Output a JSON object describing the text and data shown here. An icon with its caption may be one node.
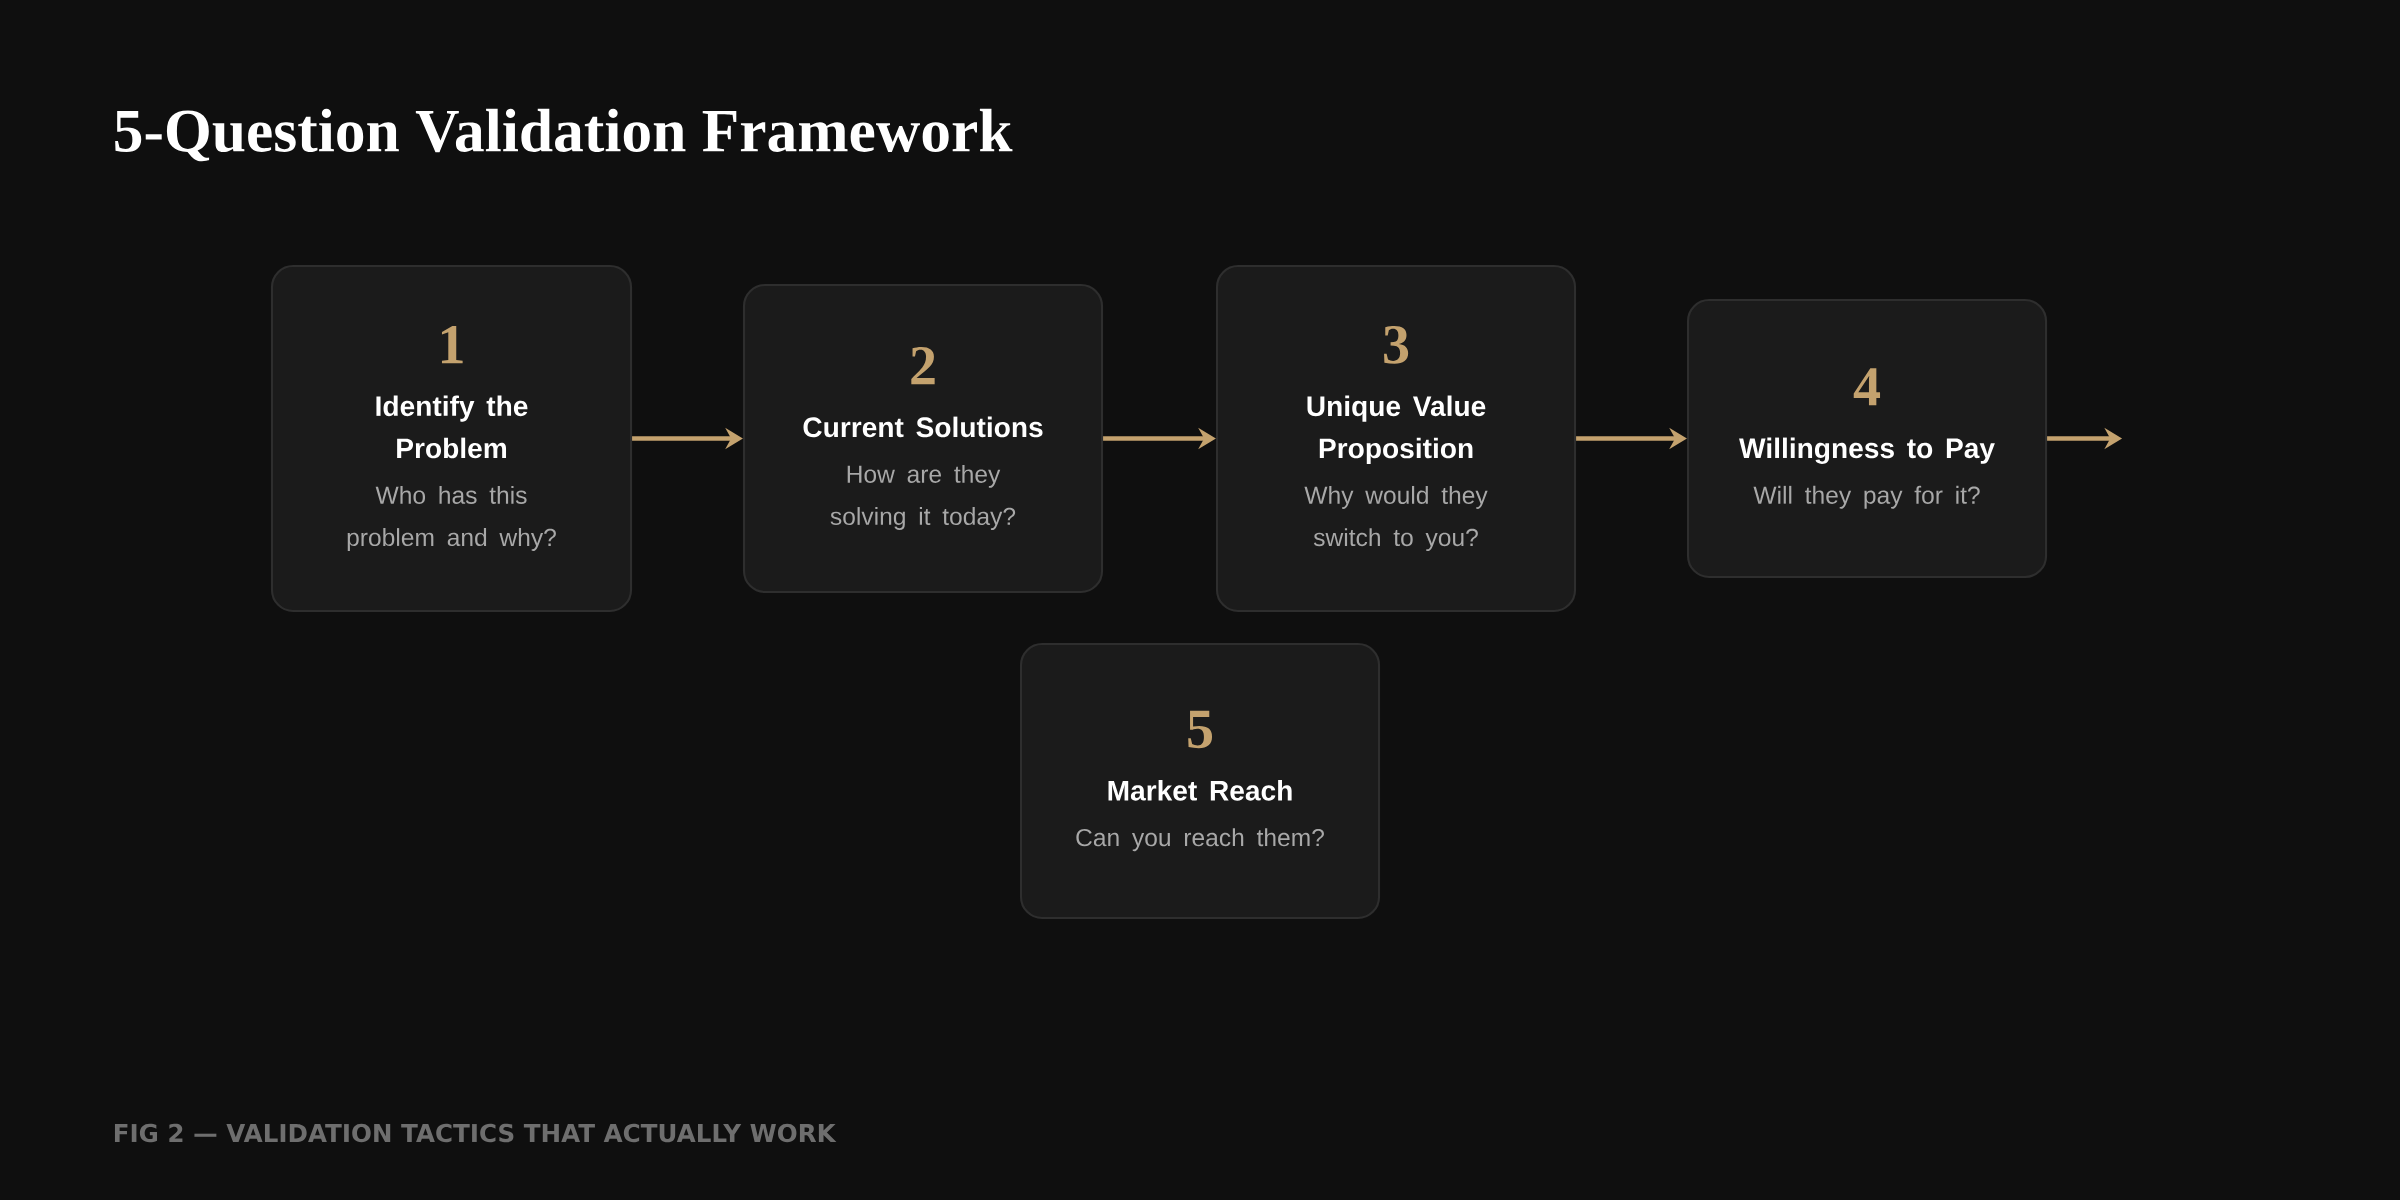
{
  "diagram": {
    "title": "5-Question Validation Framework",
    "caption": "FIG 2 — VALIDATION TACTICS THAT ACTUALLY WORK",
    "nodes": [
      {
        "text": [
          "1",
          "Identify the Problem",
          "Who has this problem and why?"
        ]
      },
      {
        "text": [
          "2",
          "Current Solutions",
          "How are they solving it today?"
        ]
      },
      {
        "text": [
          "3",
          "Unique Value Proposition",
          "Why would they switch to you?"
        ]
      },
      {
        "text": [
          "4",
          "Willingness to Pay",
          "Will they pay for it?"
        ]
      },
      {
        "text": [
          "5",
          "Market Reach",
          "Can you reach them?"
        ]
      }
    ],
    "edges": [
      {
        "from": 0,
        "to": 1,
        "arrow": "to"
      },
      {
        "from": 1,
        "to": 2,
        "arrow": "to"
      },
      {
        "from": 2,
        "to": 3,
        "arrow": "to"
      },
      {
        "from": 3,
        "to": null,
        "arrow": "to"
      }
    ]
  }
}
